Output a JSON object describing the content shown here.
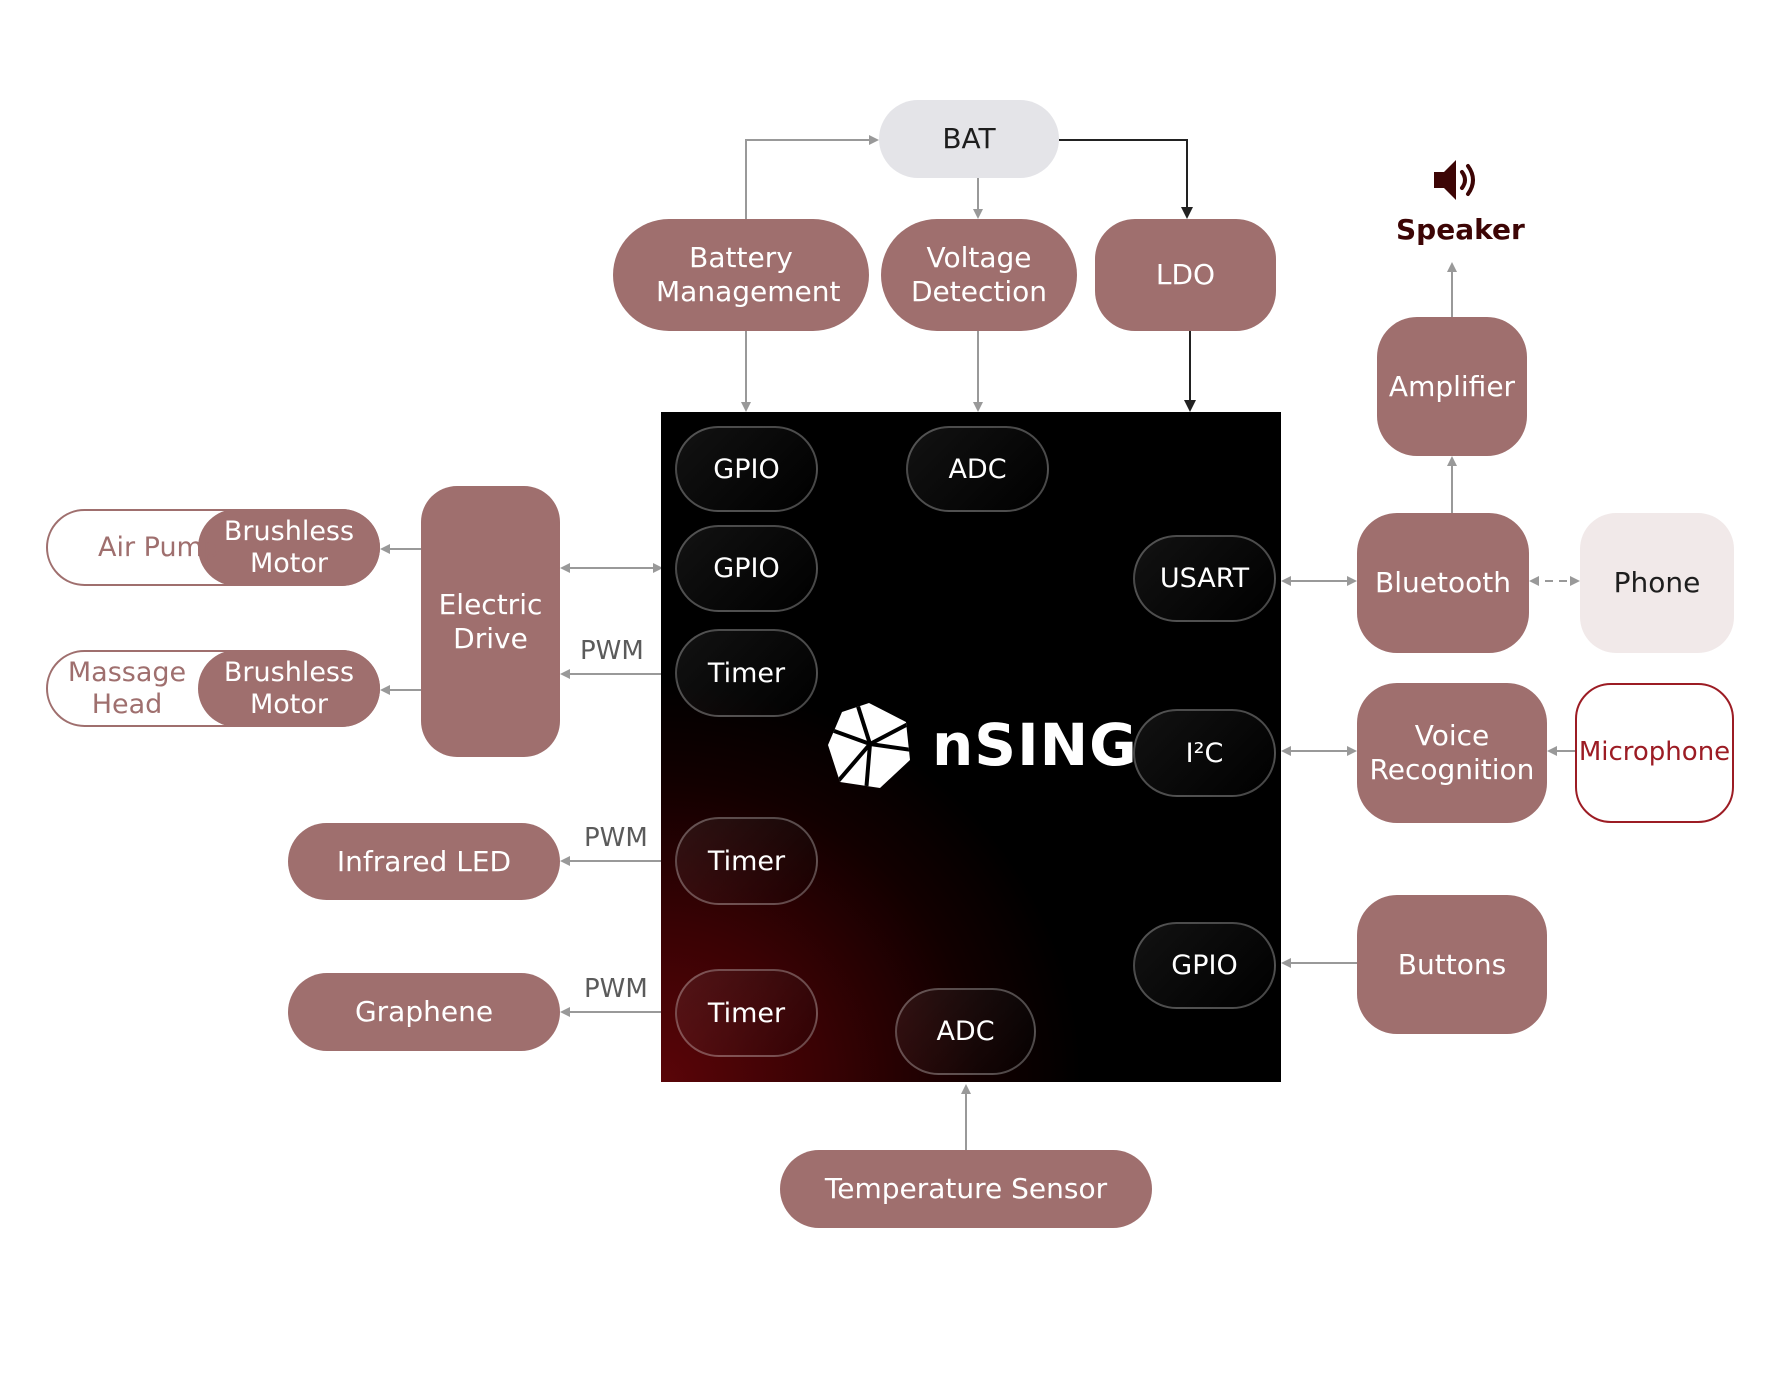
{
  "power": {
    "battery": "BAT",
    "battery_management": "Battery Management",
    "voltage_detection": "Voltage Detection",
    "ldo": "LDO"
  },
  "mcu": {
    "brand": "nSING",
    "ports": {
      "gpio_top": "GPIO",
      "adc_top": "ADC",
      "gpio_drive": "GPIO",
      "timer_drive": "Timer",
      "usart": "USART",
      "i2c": "I²C",
      "timer_ir": "Timer",
      "gpio_buttons": "GPIO",
      "timer_graphene": "Timer",
      "adc_temp": "ADC"
    }
  },
  "left": {
    "electric_drive": "Electric Drive",
    "air_pump": {
      "outer": "Air Pump",
      "inner": "Brushless Motor"
    },
    "massage_head": {
      "outer": "Massage Head",
      "inner": "Brushless Motor"
    },
    "infrared_led": "Infrared LED",
    "graphene": "Graphene",
    "pwm_labels": [
      "PWM",
      "PWM",
      "PWM"
    ]
  },
  "right": {
    "speaker": "Speaker",
    "amplifier": "Amplifier",
    "bluetooth": "Bluetooth",
    "phone": "Phone",
    "voice_recognition": "Voice Recognition",
    "microphone": "Microphone",
    "buttons": "Buttons"
  },
  "bottom": {
    "temperature_sensor": "Temperature Sensor"
  },
  "colors": {
    "node": "#9f6f6e",
    "battery": "#e4e4e8",
    "phone": "#f1e9e9",
    "microphone": "#9c1c24",
    "speaker": "#3d0505",
    "wire_gray": "#999999",
    "wire_dark": "#222222"
  }
}
